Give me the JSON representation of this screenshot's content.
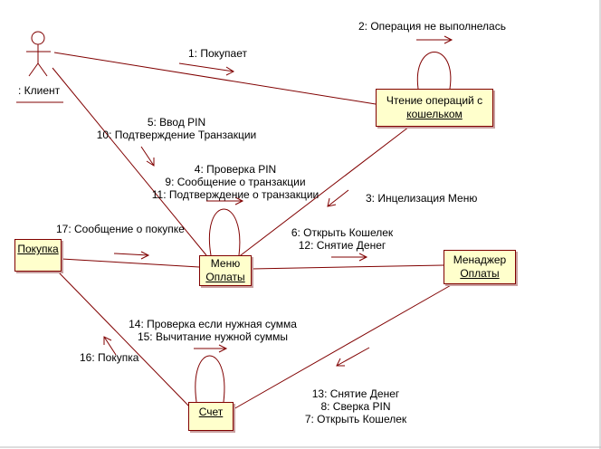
{
  "actor": {
    "name": ": Клиент"
  },
  "objects": {
    "reading_ops": {
      "line1": "Чтение операций с",
      "line2": "кошельком"
    },
    "payment_menu": {
      "line1": "Меню",
      "line2": "Оплаты"
    },
    "purchase": {
      "label": "Покупка"
    },
    "payment_manager": {
      "line1": "Менаджер",
      "line2": "Оплаты"
    },
    "account": {
      "label": "Счет"
    }
  },
  "messages": {
    "m1": "1: Покупает",
    "m2": "2: Операция не выполнелась",
    "m3": "3: Инцелизация Меню",
    "m5_10": [
      "5: Ввод PIN",
      "10: Подтверждение Транзакции"
    ],
    "m4_9_11": [
      "4: Проверка PIN",
      "9: Сообщение о транзакции",
      "11: Подтверждение о транзакции"
    ],
    "m17": "17: Сообщение о покупке",
    "m6_12": [
      "6: Открыть Кошелек",
      "12: Снятие Денег"
    ],
    "m14_15": [
      "14: Проверка если нужная сумма",
      "15: Вычитание нужной суммы"
    ],
    "m16": "16: Покупка",
    "m13_8_7": [
      "13: Снятие Денег",
      "8: Сверка PIN",
      "7: Открыть Кошелек"
    ]
  },
  "colors": {
    "line": "#800000",
    "box_fill": "#ffffcc",
    "text": "#000000"
  }
}
